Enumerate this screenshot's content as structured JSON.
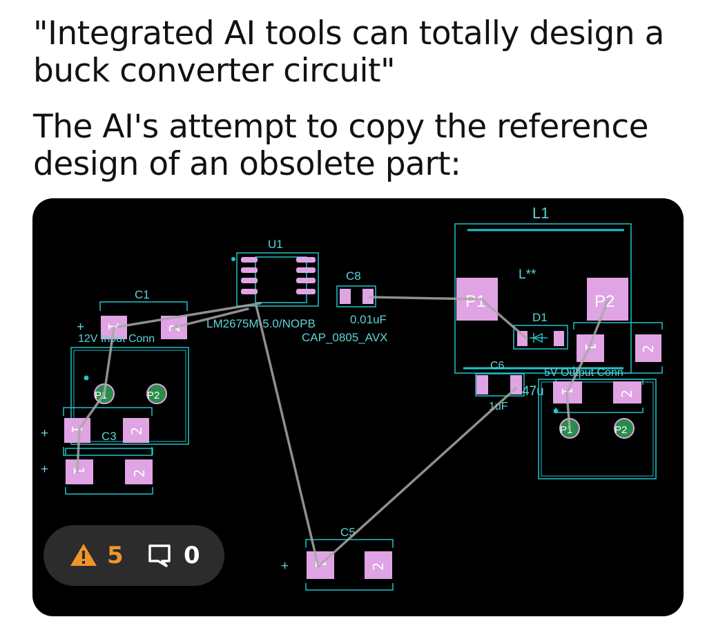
{
  "meme": {
    "headline": "\"Integrated AI tools can totally design a buck converter circuit\"",
    "subline": "The AI's attempt to copy the reference design of an obsolete part:"
  },
  "pcb": {
    "colors": {
      "background": "#000000",
      "outline": "#20c4cc",
      "pad": "#e0a4e4",
      "ratsnest": "#a0a0a0",
      "label": "#5fd4d8"
    },
    "labels": {
      "u1_ref": "U1",
      "u1_value": "LM2675M-5.0/NOPB",
      "c8_ref": "C8",
      "c8_value": "0.01uF",
      "c8_footprint": "CAP_0805_AVX",
      "l1_ref": "L1",
      "l1_value": "L**",
      "d1_ref": "D1",
      "c1_ref": "C1",
      "c1_plus": "+",
      "input_conn": "12V Input Conn",
      "c3_ref": "C3",
      "c3_plus": "+",
      "c_unnamed_plus": "+",
      "c6_ref": "C6",
      "c6_value": "1uF",
      "output_cap_value": "47u",
      "output_conn": "5V Output Conn",
      "c5_ref": "C5",
      "c5_plus": "+"
    },
    "pads": {
      "one": "1",
      "two": "2",
      "l1_p1": "P1",
      "l1_p2": "P2",
      "conn_p1": "P1",
      "conn_p2": "P2"
    },
    "status": {
      "warning_icon": "warning-triangle-icon",
      "warnings": "5",
      "comment_icon": "comment-icon",
      "comments": "0"
    }
  }
}
